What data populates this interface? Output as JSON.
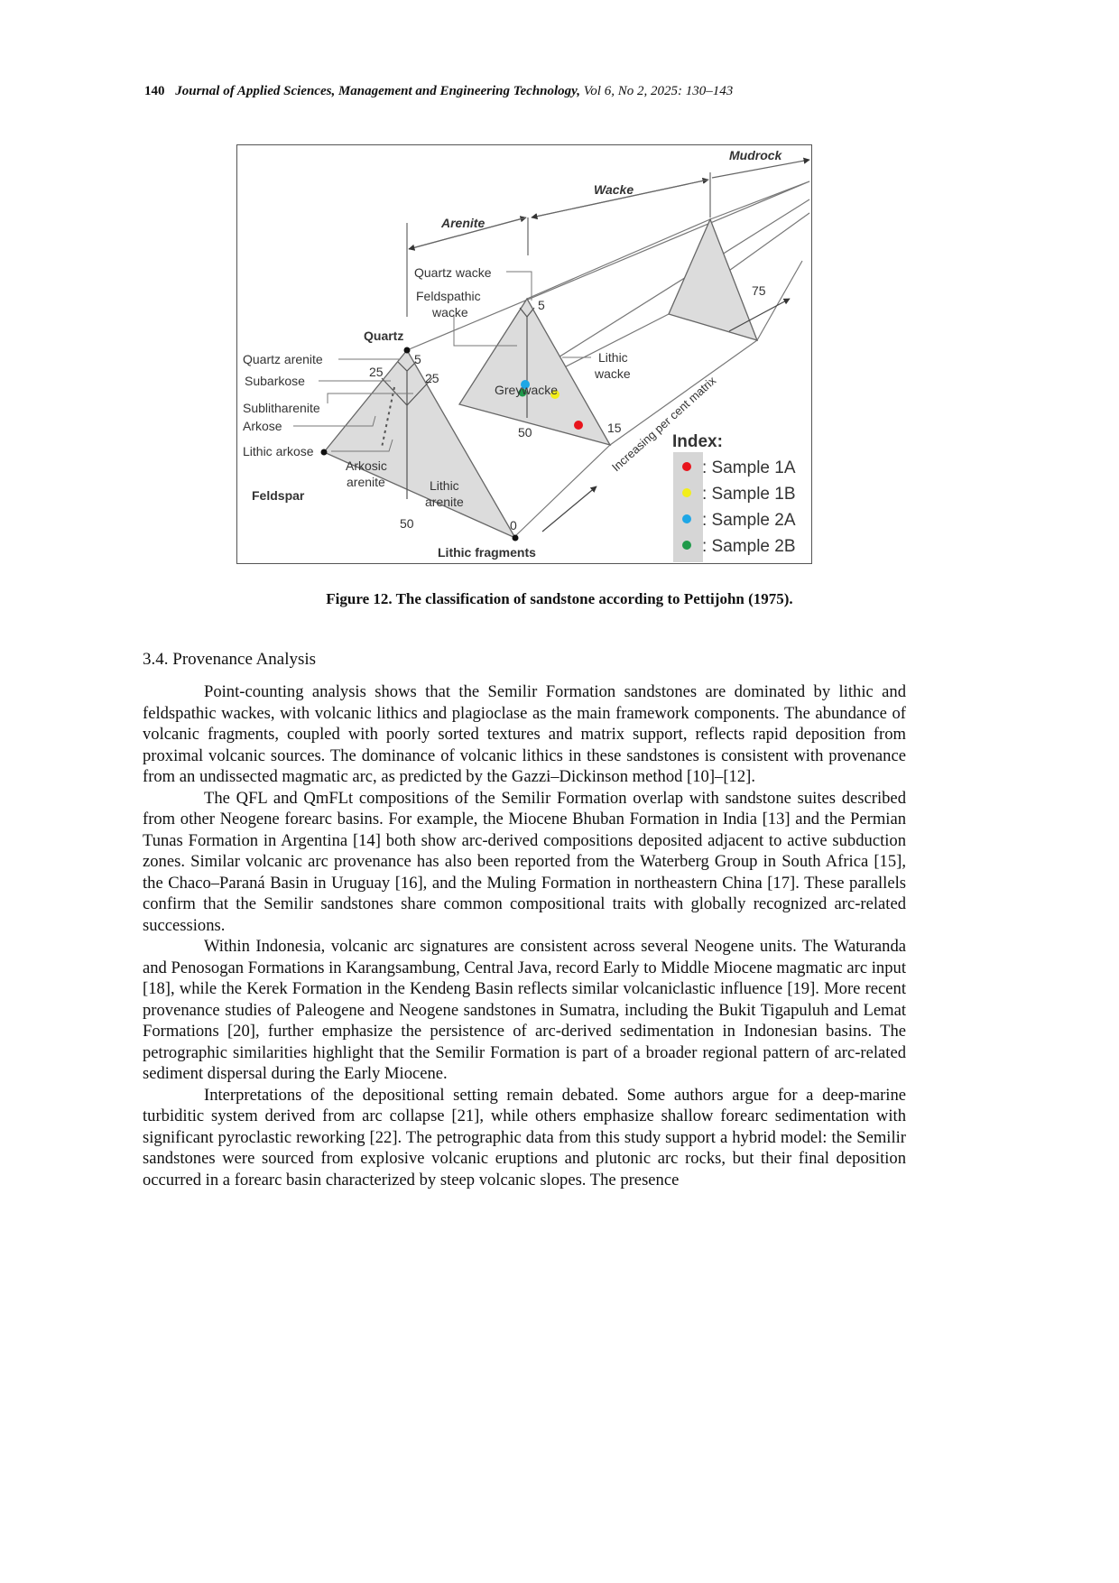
{
  "running_head": {
    "page_number": "140",
    "journal_title": "Journal of Applied Sciences, Management and Engineering Technology,",
    "volume_info": "Vol 6, No 2, 2025: 130–143"
  },
  "figure": {
    "caption": "Figure 12. The classification of sandstone according to Pettijohn (1975).",
    "range_labels": {
      "arenite": "Arenite",
      "wacke": "Wacke",
      "mudrock": "Mudrock"
    },
    "end_members": {
      "quartz": "Quartz",
      "feldspar": "Feldspar",
      "lithic": "Lithic fragments"
    },
    "arenite_fields": {
      "quartz_arenite": "Quartz arenite",
      "subarkose": "Subarkose",
      "sublitharenite": "Sublitharenite",
      "arkose": "Arkose",
      "lithic_arkose": "Lithic arkose",
      "arkosic_arenite_1": "Arkosic",
      "arkosic_arenite_2": "arenite",
      "lithic_arenite_1": "Lithic",
      "lithic_arenite_2": "arenite"
    },
    "wacke_fields": {
      "quartz_wacke": "Quartz wacke",
      "feldspathic_wacke_1": "Feldspathic",
      "feldspathic_wacke_2": "wacke",
      "lithic_wacke_1": "Lithic",
      "lithic_wacke_2": "wacke",
      "greywacke": "Greywacke"
    },
    "ticks": {
      "arenite_top_5": "5",
      "arenite_left_25": "25",
      "arenite_right_25": "25",
      "arenite_bottom_50": "50",
      "arenite_corner_0": "0",
      "wacke_top_5": "5",
      "wacke_bottom_50": "50",
      "matrix_15": "15",
      "matrix_75": "75"
    },
    "axis_label": "Increasing per cent matrix",
    "legend": {
      "title": "Index:",
      "items": [
        {
          "label": ": Sample 1A",
          "color": "#e8141c"
        },
        {
          "label": ": Sample 1B",
          "color": "#f2ee1a"
        },
        {
          "label": ": Sample 2A",
          "color": "#1ea7e6"
        },
        {
          "label": ": Sample 2B",
          "color": "#1f9a4a"
        }
      ]
    },
    "colors": {
      "field_fill": "#dcdcdc",
      "line": "#666666"
    }
  },
  "section": {
    "heading": "3.4. Provenance Analysis",
    "paragraphs": [
      "Point-counting analysis shows that the Semilir Formation sandstones are dominated by lithic and feldspathic wackes, with volcanic lithics and plagioclase as the main framework components. The abundance of volcanic fragments, coupled with poorly sorted textures and matrix support, reflects rapid deposition from proximal volcanic sources. The dominance of volcanic lithics in these sandstones is consistent with provenance from an undissected magmatic arc, as predicted by the Gazzi–Dickinson method [10]–[12].",
      "The QFL and QmFLt compositions of the Semilir Formation overlap with sandstone suites described from other Neogene forearc basins. For example, the Miocene Bhuban Formation in India [13] and the Permian Tunas Formation in Argentina [14] both show arc-derived compositions deposited adjacent to active subduction zones. Similar volcanic arc provenance has also been reported from the Waterberg Group in South Africa [15], the Chaco–Paraná Basin in Uruguay [16], and the Muling Formation in northeastern China [17]. These parallels confirm that the Semilir sandstones share common compositional traits with globally recognized arc-related successions.",
      "Within Indonesia, volcanic arc signatures are consistent across several Neogene units. The Waturanda and Penosogan Formations in Karangsambung, Central Java, record Early to Middle Miocene magmatic arc input [18], while the Kerek Formation in the Kendeng Basin reflects similar volcaniclastic influence [19]. More recent provenance studies of Paleogene and Neogene sandstones in Sumatra, including the Bukit Tigapuluh and Lemat Formations [20], further emphasize the persistence of arc-derived sedimentation in Indonesian basins. The petrographic similarities highlight that the Semilir Formation is part of a broader regional pattern of arc-related sediment dispersal during the Early Miocene.",
      "Interpretations of the depositional setting remain debated. Some authors argue for a deep-marine turbiditic system derived from arc collapse [21], while others emphasize shallow forearc sedimentation with significant pyroclastic reworking [22]. The petrographic data from this study support a hybrid model: the Semilir sandstones were sourced from explosive volcanic eruptions and plutonic arc rocks, but their final deposition occurred in a forearc basin characterized by steep volcanic slopes. The presence"
    ]
  }
}
